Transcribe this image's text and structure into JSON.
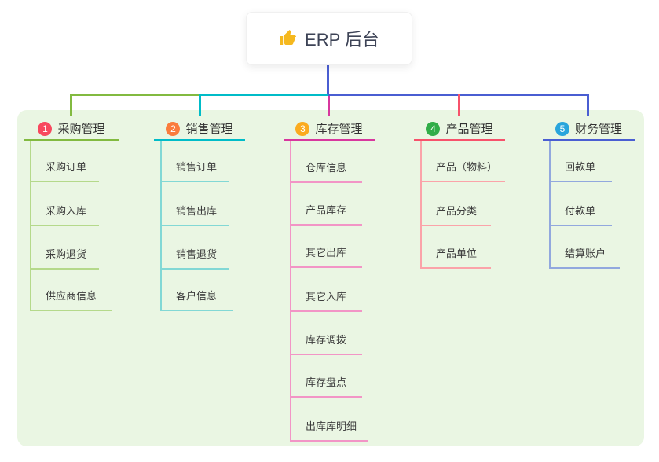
{
  "root": {
    "icon": "thumbs-up",
    "title": "ERP 后台"
  },
  "colors": {
    "panel_background": "#eaf6e3",
    "root_connector": "#4a5ed2",
    "thumb_icon": "#f5b81e"
  },
  "branches": [
    {
      "number": "1",
      "label": "采购管理",
      "badge_color": "#f8485e",
      "line_color": "#82ba40",
      "child_line_color": "#b5d98b",
      "children": [
        "采购订单",
        "采购入库",
        "采购退货",
        "供应商信息"
      ]
    },
    {
      "number": "2",
      "label": "销售管理",
      "badge_color": "#fa7c3c",
      "line_color": "#00bcc8",
      "child_line_color": "#82d8d5",
      "children": [
        "销售订单",
        "销售出库",
        "销售退货",
        "客户信息"
      ]
    },
    {
      "number": "3",
      "label": "库存管理",
      "badge_color": "#fbab1f",
      "line_color": "#d8379e",
      "child_line_color": "#f295c6",
      "children": [
        "仓库信息",
        "产品库存",
        "其它出库",
        "其它入库",
        "库存调拨",
        "库存盘点",
        "出库库明细"
      ]
    },
    {
      "number": "4",
      "label": "产品管理",
      "badge_color": "#31ad48",
      "line_color": "#f7526b",
      "child_line_color": "#fba3a9",
      "children": [
        "产品（物料）",
        "产品分类",
        "产品单位"
      ]
    },
    {
      "number": "5",
      "label": "财务管理",
      "badge_color": "#29a5dc",
      "line_color": "#4a5ed2",
      "child_line_color": "#92a8de",
      "children": [
        "回款单",
        "付款单",
        "结算账户"
      ]
    }
  ]
}
